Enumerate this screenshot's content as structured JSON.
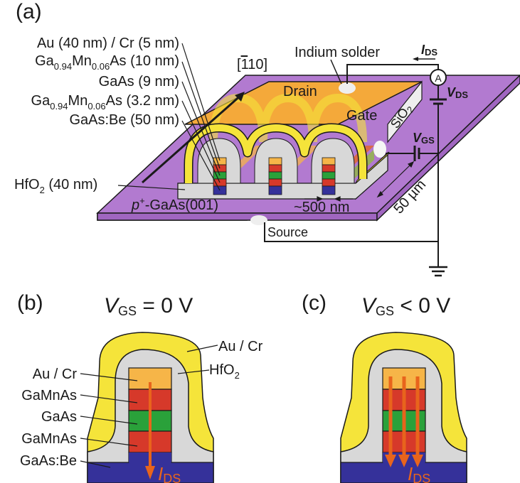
{
  "panels": {
    "a": {
      "label": "(a)",
      "layer_labels": [
        {
          "main": "Au (40 nm) / Cr (5 nm)"
        },
        {
          "pre": "Ga",
          "sub1": "0.94",
          "mid": "Mn",
          "sub2": "0.06",
          "post": "As (10 nm)"
        },
        {
          "main": "GaAs (9 nm)"
        },
        {
          "pre": "Ga",
          "sub1": "0.94",
          "mid": "Mn",
          "sub2": "0.06",
          "post": "As (3.2 nm)"
        },
        {
          "main": "GaAs:Be (50 nm)"
        }
      ],
      "hfo2_label": {
        "pre": "HfO",
        "sub": "2",
        "post": " (40 nm)"
      },
      "substrate_label": {
        "p": "p",
        "sup": "+",
        "rest": "-GaAs(001)"
      },
      "direction_label": "[110]",
      "direction_bar": "‾1",
      "drain_label": "Drain",
      "gate_label": "Gate",
      "sio2_label": {
        "pre": "SiO",
        "sub": "2"
      },
      "indium_label": "Indium solder",
      "ids_label": {
        "main": "I",
        "sub": "DS"
      },
      "vds_label": {
        "main": "V",
        "sub": "DS"
      },
      "vgs_label": {
        "main": "V",
        "sub": "GS"
      },
      "ammeter_label": "A",
      "width_label": "~500 nm",
      "length_label": "50 µm",
      "source_label": "Source"
    },
    "b": {
      "label": "(b)",
      "title": {
        "main": "V",
        "sub": "GS",
        "rest": " = 0 V"
      },
      "left_labels": [
        "Au / Cr",
        "GaMnAs",
        "GaAs",
        "GaMnAs",
        "GaAs:Be"
      ],
      "right_labels": {
        "gate": "Au / Cr",
        "oxide": {
          "pre": "HfO",
          "sub": "2"
        }
      },
      "current_label": {
        "main": "I",
        "sub": "DS"
      },
      "current_arrows": 1
    },
    "c": {
      "label": "(c)",
      "title": {
        "main": "V",
        "sub": "GS",
        "rest": " < 0 V"
      },
      "current_label": {
        "main": "I",
        "sub": "DS"
      },
      "current_arrows": 3
    }
  },
  "colors": {
    "substrate": "#b27ad0",
    "drain": "#f4a93a",
    "gold": "#f5e43a",
    "hfo2": "#d8d8d8",
    "aucr_cap": "#f6b548",
    "gamnas": "#d6392a",
    "gaas": "#2aa13a",
    "gaasbe": "#35319a",
    "current": "#e8641c"
  }
}
